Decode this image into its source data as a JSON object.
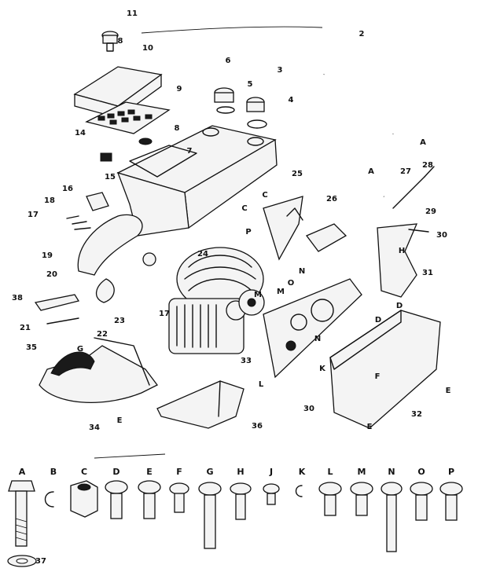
{
  "diagram": {
    "part_numbers": [
      "11",
      "8",
      "10",
      "9",
      "6",
      "5",
      "3",
      "4",
      "2",
      "8",
      "7",
      "14",
      "15",
      "16",
      "18",
      "17",
      "19",
      "20",
      "24",
      "25",
      "26",
      "27",
      "28",
      "29",
      "30",
      "31",
      "33",
      "30",
      "32",
      "21",
      "22",
      "23",
      "17",
      "35",
      "34",
      "36",
      "37",
      "38"
    ],
    "letter_callouts": [
      "A",
      "A",
      "C",
      "C",
      "P",
      "N",
      "O",
      "M",
      "M",
      "N",
      "H",
      "D",
      "D",
      "K",
      "F",
      "E",
      "E",
      "E",
      "G",
      "L"
    ],
    "hardware_row": [
      "A",
      "B",
      "C",
      "D",
      "E",
      "F",
      "G",
      "H",
      "J",
      "K",
      "L",
      "M",
      "N",
      "O",
      "P"
    ]
  }
}
